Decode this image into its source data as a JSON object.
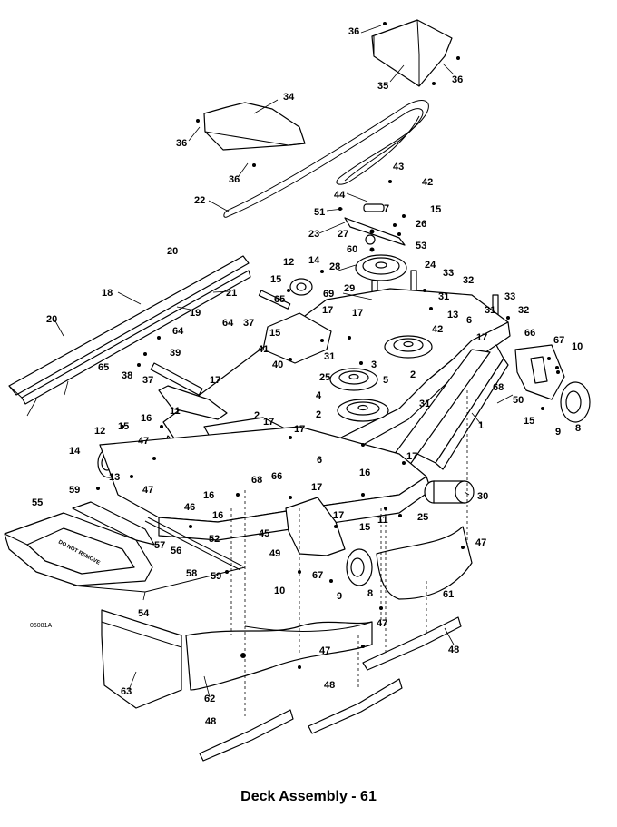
{
  "caption": "Deck Assembly - 61",
  "drawing_number": "06081A",
  "decal_text": "DO NOT REMOVE",
  "callouts": [
    "36",
    "35",
    "36",
    "34",
    "36",
    "36",
    "22",
    "43",
    "42",
    "44",
    "51",
    "7",
    "15",
    "23",
    "26",
    "27",
    "53",
    "60",
    "14",
    "12",
    "15",
    "65",
    "28",
    "24",
    "33",
    "32",
    "20",
    "18",
    "21",
    "19",
    "64",
    "37",
    "69",
    "29",
    "31",
    "13",
    "33",
    "31",
    "32",
    "17",
    "20",
    "64",
    "39",
    "65",
    "38",
    "37",
    "41",
    "15",
    "40",
    "17",
    "11",
    "31",
    "42",
    "6",
    "17",
    "66",
    "67",
    "10",
    "25",
    "5",
    "3",
    "2",
    "4",
    "31",
    "2",
    "68",
    "1",
    "50",
    "15",
    "9",
    "8",
    "17",
    "11",
    "16",
    "2",
    "17",
    "6",
    "17",
    "12",
    "15",
    "47",
    "14",
    "13",
    "59",
    "47",
    "46",
    "16",
    "68",
    "66",
    "17",
    "16",
    "30",
    "16",
    "17",
    "55",
    "45",
    "11",
    "25",
    "57",
    "52",
    "56",
    "15",
    "17",
    "49",
    "47",
    "58",
    "59",
    "67",
    "10",
    "9",
    "8",
    "61",
    "54",
    "47",
    "06081A",
    "48",
    "47",
    "63",
    "62",
    "48",
    "48"
  ]
}
